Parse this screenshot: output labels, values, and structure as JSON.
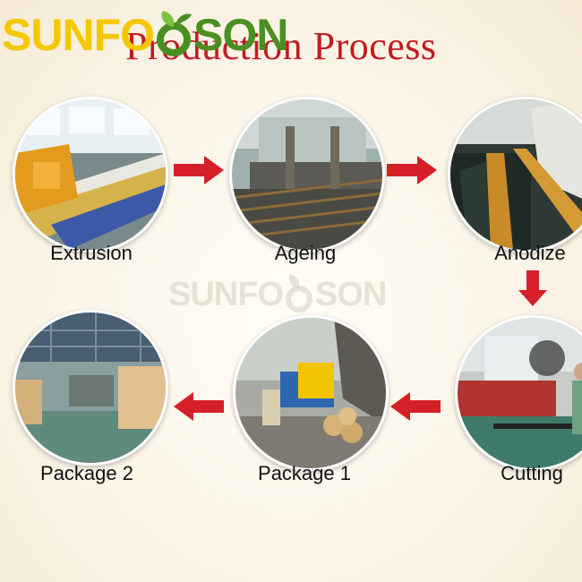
{
  "brand": {
    "left": "SUNFO",
    "right": "SON",
    "watermark_left": "SUNFO",
    "watermark_right": "SON"
  },
  "title": "Production Process",
  "steps": [
    {
      "label": "Extrusion"
    },
    {
      "label": "Ageing"
    },
    {
      "label": "Anodize"
    },
    {
      "label": "Cutting"
    },
    {
      "label": "Package 1"
    },
    {
      "label": "Package 2"
    }
  ],
  "colors": {
    "title": "#c41a22",
    "arrow": "#d42026",
    "logo_yellow": "#f4c800",
    "logo_green": "#4a8f22"
  },
  "icons": {
    "logo_mark": "leaf-icon",
    "flow": "arrow-icon"
  }
}
